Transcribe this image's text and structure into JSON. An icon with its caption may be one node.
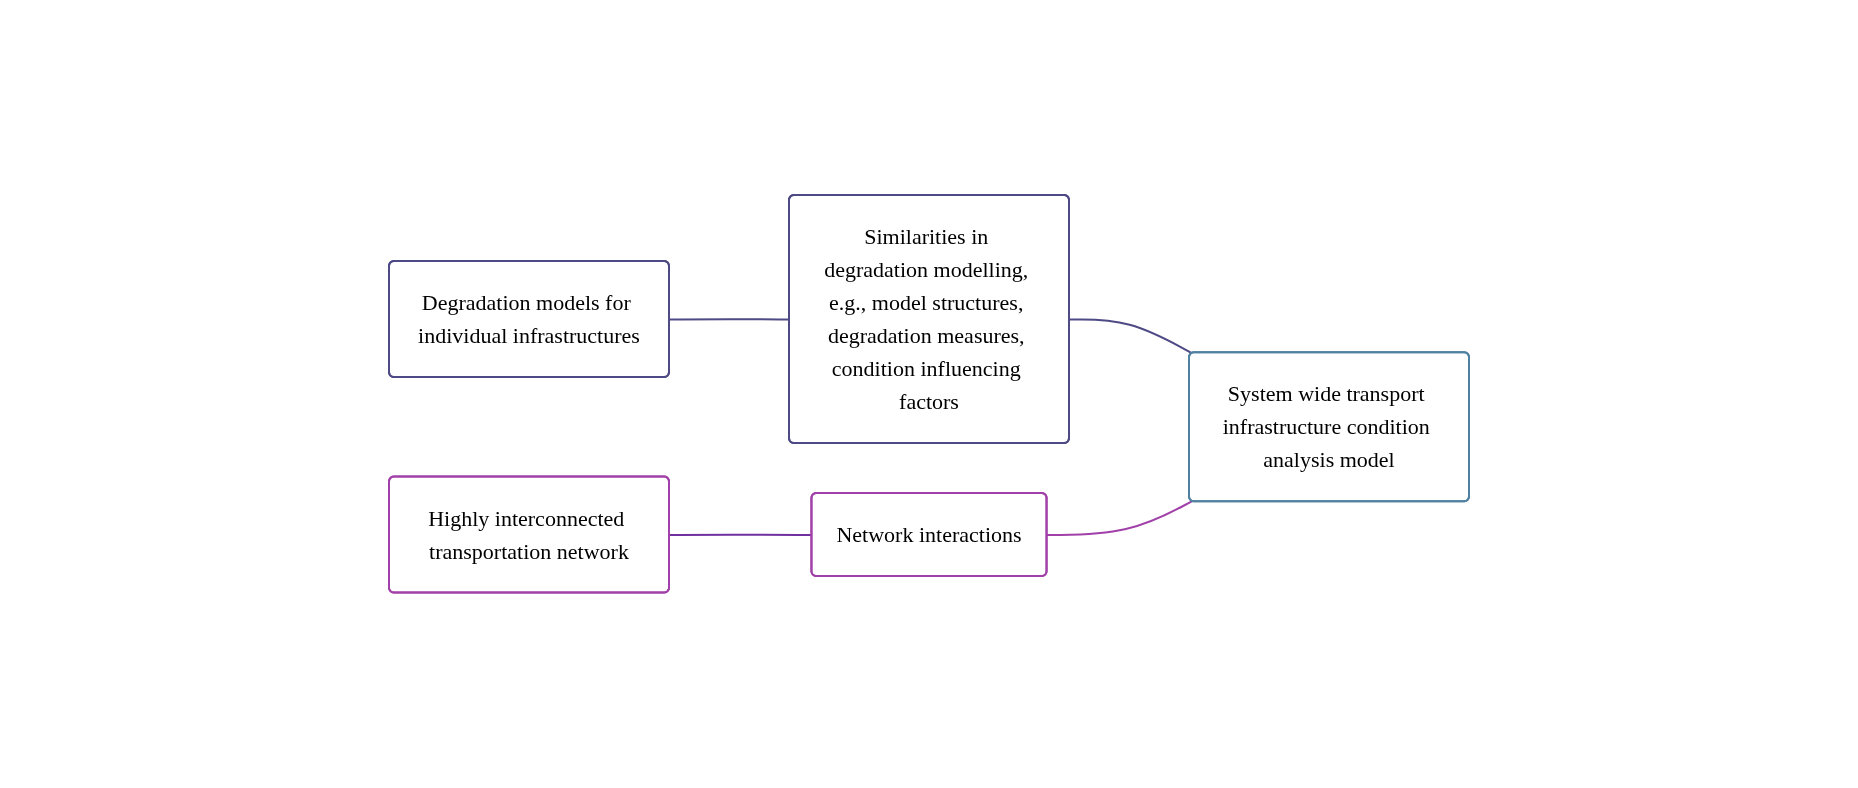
{
  "diagram": {
    "nodes": [
      {
        "text": [
          "Degradation models for individual infrastructures"
        ]
      },
      {
        "text": [
          "Similarities in degradation modelling, e.g., model structures, degradation measures, condition influencing factors"
        ]
      },
      {
        "text": [
          "Highly interconnected transportation network"
        ]
      },
      {
        "text": [
          "Network interactions"
        ]
      },
      {
        "text": [
          "System wide transport infrastructure condition analysis model"
        ]
      }
    ],
    "edges": [
      {
        "from": 0,
        "to": 1,
        "arrow": "none",
        "color": "#4e4a85"
      },
      {
        "from": 2,
        "to": 3,
        "arrow": "none",
        "color": "#7030a0"
      },
      {
        "from": 1,
        "to": 4,
        "arrow": "none",
        "color": "#4e4a85"
      },
      {
        "from": 3,
        "to": 4,
        "arrow": "none",
        "color": "#a040a8"
      }
    ]
  }
}
